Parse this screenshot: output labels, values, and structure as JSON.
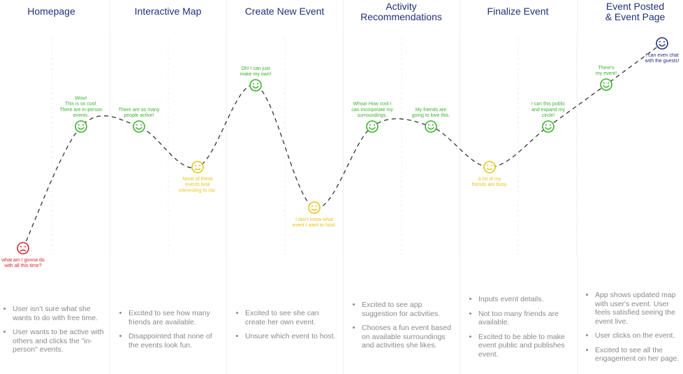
{
  "stages": [
    {
      "title": "Homepage",
      "bullets": [
        "User isn't sure what she wants to do with free time.",
        "User wants to be active with others and clicks the \"in-person\" events."
      ]
    },
    {
      "title": "Interactive Map",
      "bullets": [
        "Excited to see how many friends are available.",
        "Disappointed that none of the events look fun."
      ]
    },
    {
      "title": "Create New Event",
      "bullets": [
        "Excited to see she can create her own event.",
        "Unsure which event to host."
      ]
    },
    {
      "title": "Activity\nRecommendations",
      "bullets": [
        "Excited to see app suggestion for activities.",
        "Chooses a fun event based on available surroundings and activities she likes."
      ]
    },
    {
      "title": "Finalize Event",
      "bullets": [
        "Inputs event details.",
        "Not too many friends are available.",
        "Excited to be able to make event public and publishes event."
      ]
    },
    {
      "title": "Event Posted\n& Event Page",
      "bullets": [
        "App shows updated map with user's event. User feels satisfied seeing the event live.",
        "User clicks on the event.",
        "Excited to see all the engagement on her page."
      ]
    }
  ],
  "points": [
    {
      "mood": "sad",
      "quote": "what am I gonna do\nwith all this time?",
      "quote_pos": "below"
    },
    {
      "mood": "happy",
      "quote": "Wow!\nThis is so cool.\nThere are in-person\nevents.",
      "quote_pos": "above"
    },
    {
      "mood": "happy",
      "quote": "There are so many\npeople active!",
      "quote_pos": "above"
    },
    {
      "mood": "neutral",
      "quote": "None of these\nevents look\ninteresting to me.",
      "quote_pos": "below"
    },
    {
      "mood": "happy",
      "quote": "Oh! I can just\nmake my own!",
      "quote_pos": "above"
    },
    {
      "mood": "neutral",
      "quote": "I don't know what\nevent I want to host.",
      "quote_pos": "below"
    },
    {
      "mood": "happy",
      "quote": "Whoa! How cool I\ncan incorporate my\nsurroundings.",
      "quote_pos": "above"
    },
    {
      "mood": "happy",
      "quote": "My friends are\ngoing to love this.",
      "quote_pos": "above"
    },
    {
      "mood": "neutral",
      "quote": "A lot of my\nfriends are busy.",
      "quote_pos": "below"
    },
    {
      "mood": "happy",
      "quote": "I can this public\nand expand my\ncircle!",
      "quote_pos": "above"
    },
    {
      "mood": "happy",
      "quote": "There's\nmy event!",
      "quote_pos": "above"
    },
    {
      "mood": "delighted",
      "quote": "I can even chat\nwith the guests!",
      "quote_pos": "below"
    }
  ],
  "colors": {
    "title": "#22307a",
    "bullet_text": "#8a8a8a",
    "sad": "#d9262b",
    "happy": "#3cb02f",
    "neutral": "#e8c21c",
    "delighted": "#22307a",
    "path": "#333333",
    "separator": "#eeeeee"
  }
}
